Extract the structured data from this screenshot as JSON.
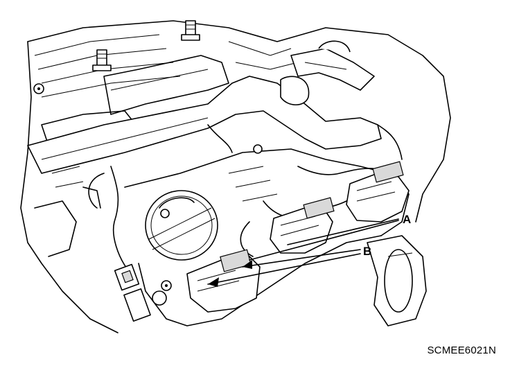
{
  "figure": {
    "code": "SCMEE6021N",
    "callouts": [
      {
        "id": "A",
        "label": "A"
      },
      {
        "id": "B",
        "label": "B"
      }
    ]
  },
  "colors": {
    "line": "#000000",
    "background": "#ffffff",
    "shading": "#d9d9d9"
  }
}
